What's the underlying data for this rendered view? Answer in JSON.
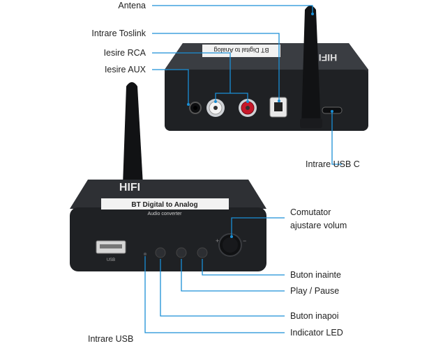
{
  "colors": {
    "callout_line": "#1a8fd6",
    "device": "#1f2124",
    "label_text": "#222222"
  },
  "labels": {
    "antena": "Antena",
    "intrare_toslink": "Intrare Toslink",
    "iesire_rca": "Iesire RCA",
    "iesire_aux": "Iesire AUX",
    "intrare_usb_c": "Intrare USB C",
    "comutator_line1": "Comutator",
    "comutator_line2": "ajustare volum",
    "buton_inainte": "Buton inainte",
    "play_pause": "Play / Pause",
    "buton_inapoi": "Buton inapoi",
    "indicator_led": "Indicator LED",
    "intrare_usb": "Intrare USB"
  },
  "device": {
    "brand": "HIFI",
    "model": "BT Digital to Analog",
    "subtitle": "Audio converter",
    "usb_port_label": "USB"
  }
}
